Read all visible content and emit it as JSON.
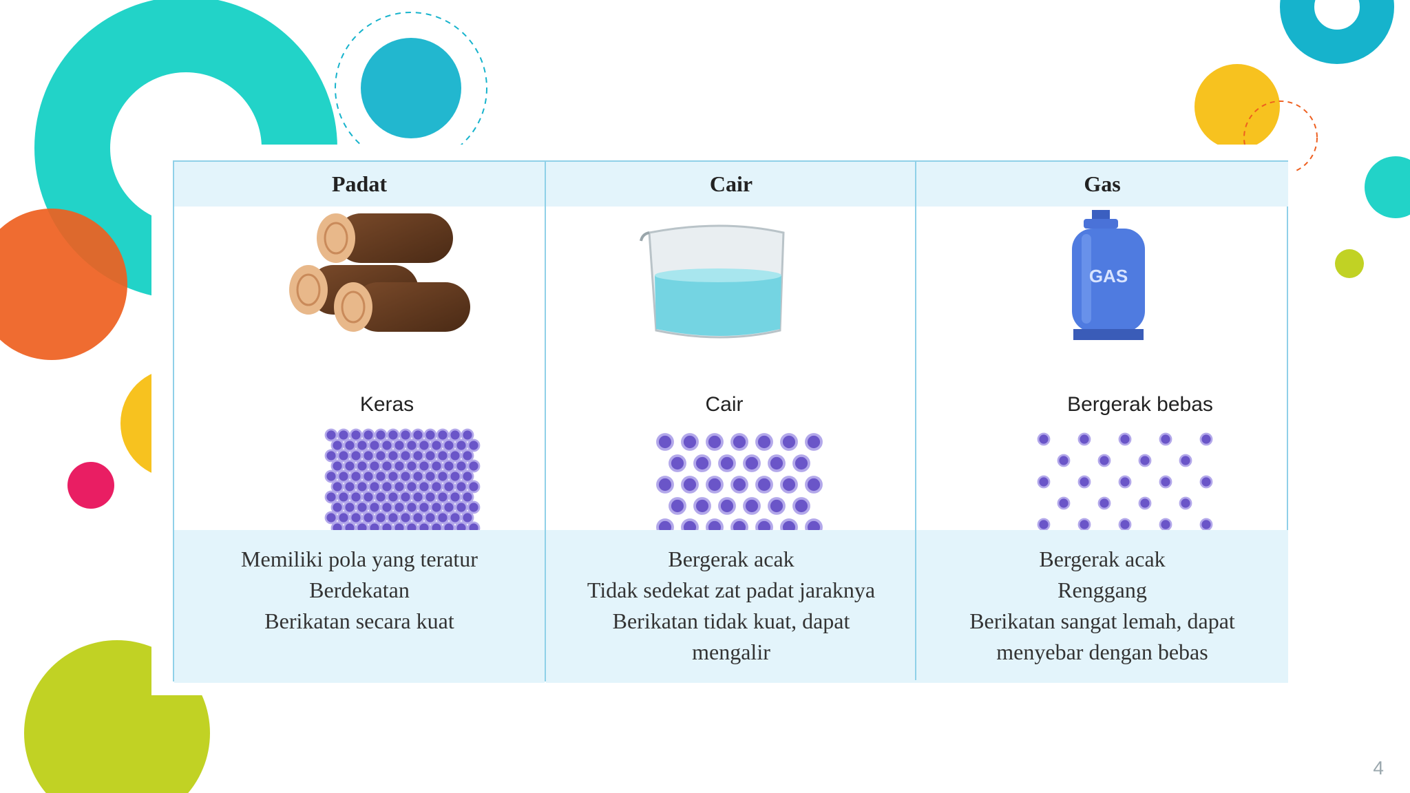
{
  "slide": {
    "page_number": "4",
    "colors": {
      "teal": "#22d3c8",
      "blue": "#16b3cc",
      "orange": "#ee5f1f",
      "yellow": "#f7c21f",
      "pink": "#e91e63",
      "lime": "#c1d224",
      "table_fill": "#e3f4fb",
      "table_border": "#8fd0e8"
    }
  },
  "table": {
    "columns": [
      {
        "header": "Padat",
        "illustration": "stacked-logs",
        "label": "Keras",
        "particle_pattern": "tightly packed grid",
        "desc_lines": [
          "Memiliki pola yang teratur",
          "Berdekatan",
          "Berikatan secara kuat"
        ]
      },
      {
        "header": "Cair",
        "illustration": "beaker-of-water",
        "label": "Cair",
        "particle_pattern": "loosely packed rows",
        "desc_lines": [
          "Bergerak acak",
          "Tidak sedekat zat padat jaraknya",
          "Berikatan tidak kuat, dapat",
          "mengalir"
        ]
      },
      {
        "header": "Gas",
        "illustration": "gas-cylinder",
        "cylinder_text": "GAS",
        "label": "Bergerak bebas",
        "particle_pattern": "widely spaced dots",
        "desc_lines": [
          "Bergerak acak",
          "Renggang",
          "Berikatan sangat lemah, dapat",
          "menyebar dengan bebas"
        ]
      }
    ]
  }
}
